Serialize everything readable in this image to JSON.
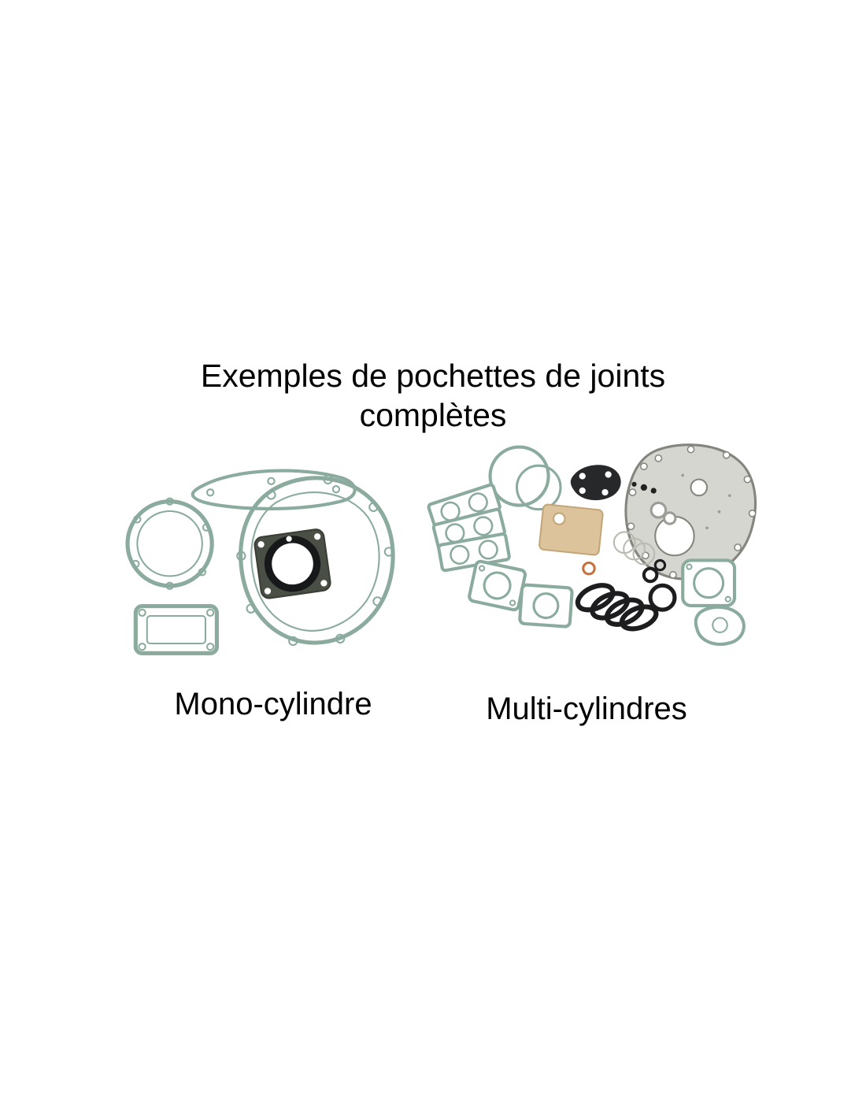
{
  "page": {
    "background": "#ffffff",
    "title_line1": "Exemples de pochettes de joints",
    "title_line2": "complètes"
  },
  "figures": {
    "mono": {
      "label": "Mono-cylindre"
    },
    "multi": {
      "label": "Multi-cylindres"
    }
  },
  "colors": {
    "gasket_green": "#8aab9d",
    "head_gasket_dark": "#4a4f45",
    "oring_black": "#1d1d1f",
    "paper_tan": "#dcc39c",
    "metal_gray": "#d2d2cc",
    "text": "#000000"
  }
}
